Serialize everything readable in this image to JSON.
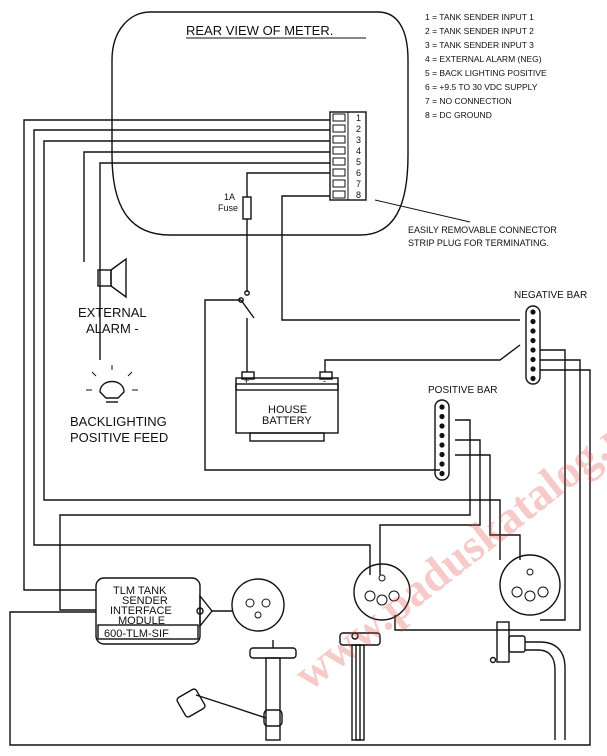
{
  "meter": {
    "title": "REAR VIEW OF METER."
  },
  "connector": {
    "pins": [
      "1",
      "2",
      "3",
      "4",
      "5",
      "6",
      "7",
      "8"
    ],
    "legend": [
      "1 = TANK SENDER INPUT 1",
      "2 = TANK SENDER INPUT 2",
      "3 = TANK SENDER INPUT 3",
      "4 = EXTERNAL ALARM (NEG)",
      "5 = BACK LIGHTING POSITIVE",
      "6 = +9.5 TO 30 VDC SUPPLY",
      "7 = NO CONNECTION",
      "8 = DC GROUND"
    ],
    "note_line1": "EASILY REMOVABLE CONNECTOR",
    "note_line2": "STRIP PLUG FOR TERMINATING."
  },
  "fuse": {
    "line1": "1A",
    "line2": "Fuse"
  },
  "alarm": {
    "line1": "EXTERNAL",
    "line2": "ALARM -"
  },
  "backlight": {
    "line1": "BACKLIGHTING",
    "line2": "POSITIVE FEED"
  },
  "battery": {
    "line1": "HOUSE",
    "line2": "BATTERY",
    "plus": "+",
    "minus": "-"
  },
  "negative_bar": {
    "label": "NEGATIVE BAR"
  },
  "positive_bar": {
    "label": "POSITIVE BAR"
  },
  "module": {
    "line1": "TLM TANK",
    "line2": "SENDER",
    "line3": "INTERFACE",
    "line4": "MODULE",
    "part_number": "600-TLM-SIF"
  },
  "watermark": "www.paduskatalog.ru"
}
